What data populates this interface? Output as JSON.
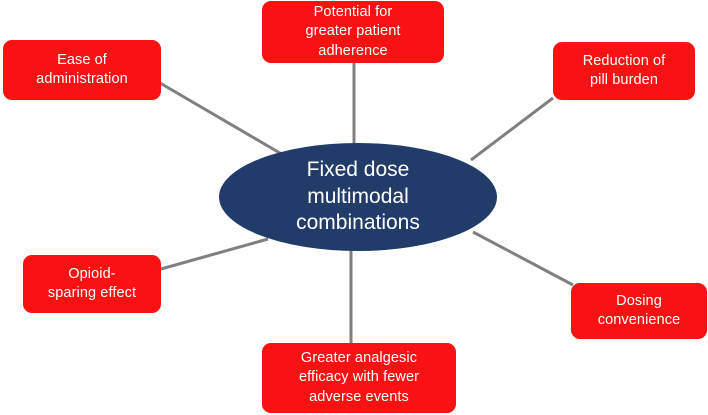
{
  "diagram": {
    "type": "hub-and-spoke",
    "center": {
      "name": "center-node",
      "label": "Fixed dose multimodal combinations",
      "lines": [
        "Fixed dose",
        "multimodal",
        "combinations"
      ],
      "shape": "ellipse",
      "fill_color": "#223c6a",
      "text_color": "#ffffff"
    },
    "colors": {
      "node_fill": "#fa1212",
      "node_text": "#ffffff",
      "connector": "#808080",
      "background": "#ffffff"
    },
    "nodes": [
      {
        "id": "ease-of-administration",
        "label": "Ease of administration",
        "lines": [
          "Ease of",
          "administration"
        ],
        "position": "top-left"
      },
      {
        "id": "potential-adherence",
        "label": "Potential for greater patient adherence",
        "lines": [
          "Potential for",
          "greater patient",
          "adherence"
        ],
        "position": "top-center"
      },
      {
        "id": "reduction-pill-burden",
        "label": "Reduction of pill burden",
        "lines": [
          "Reduction of",
          "pill burden"
        ],
        "position": "top-right"
      },
      {
        "id": "opioid-sparing-effect",
        "label": "Opioid-sparing effect",
        "lines": [
          "Opioid-",
          "sparing effect"
        ],
        "position": "bottom-left"
      },
      {
        "id": "dosing-convenience",
        "label": "Dosing convenience",
        "lines": [
          "Dosing",
          "convenience"
        ],
        "position": "bottom-right"
      },
      {
        "id": "greater-analgesic",
        "label": "Greater analgesic efficacy with fewer adverse events",
        "lines": [
          "Greater analgesic",
          "efficacy with fewer",
          "adverse events"
        ],
        "position": "bottom-center"
      }
    ]
  }
}
